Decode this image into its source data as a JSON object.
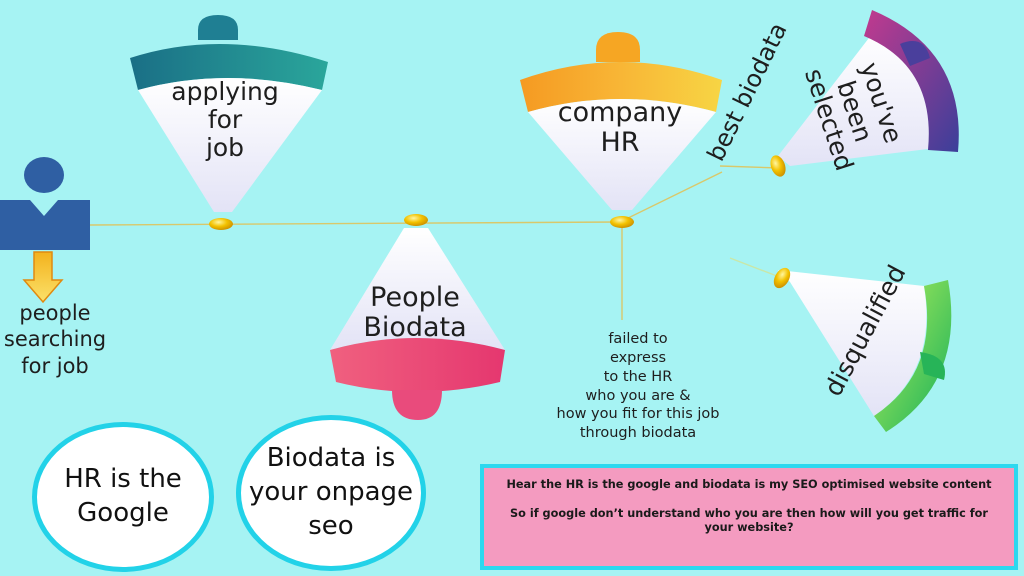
{
  "nodes": {
    "applying": "applying\nfor\njob",
    "company_hr": "company\nHR",
    "people_biodata": "People\nBiodata",
    "selected": "you've\nbeen\nselected",
    "disqualified": "disqualified"
  },
  "labels": {
    "people_searching": "people\nsearching\nfor job",
    "best_biodata": "best biodata",
    "failed": "failed to\nexpress\nto the HR\nwho you are &\nhow you fit for this job\nthrough biodata"
  },
  "circles": {
    "hr_google": "HR is the\nGoogle",
    "biodata_seo": "Biodata is\nyour onpage\nseo"
  },
  "note": {
    "line1": "Hear the HR is the google and biodata is my SEO optimised website content",
    "line2": "So if google don’t understand who you are then how will you get traffic for your website?"
  },
  "colors": {
    "background": "#a6f3f3",
    "teal": "#1f8a96",
    "orange": "#f6a623",
    "pink": "#e94b7c",
    "purple": "#6a3d9a",
    "green": "#2dbb55",
    "person": "#2f5fa3"
  }
}
